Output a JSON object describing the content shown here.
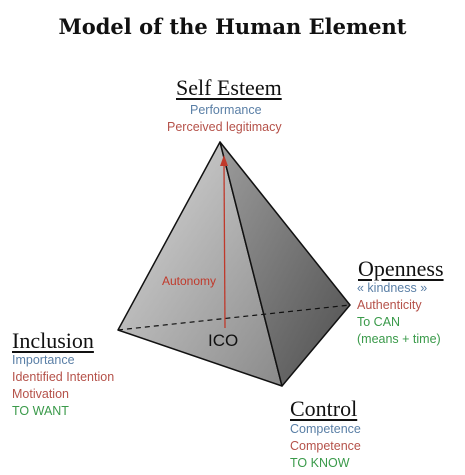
{
  "title": "Model of the Human Element",
  "top": {
    "heading": "Self Esteem",
    "lines": [
      "Performance",
      "Perceived legitimacy"
    ]
  },
  "right": {
    "heading": "Openness",
    "lines": [
      "« kindness »",
      "Authenticity",
      "To CAN",
      "(means + time)"
    ]
  },
  "left": {
    "heading": "Inclusion",
    "lines": [
      "Importance",
      "Identified Intention",
      "Motivation",
      "TO WANT"
    ]
  },
  "bottom": {
    "heading": "Control",
    "lines": [
      "Competence",
      "Competence",
      "TO KNOW"
    ]
  },
  "center": {
    "base_label": "ICO",
    "axis_label": "Autonomy"
  },
  "colors": {
    "blue": "#5a7fa6",
    "red": "#b5524a",
    "green": "#3a9a4a"
  }
}
